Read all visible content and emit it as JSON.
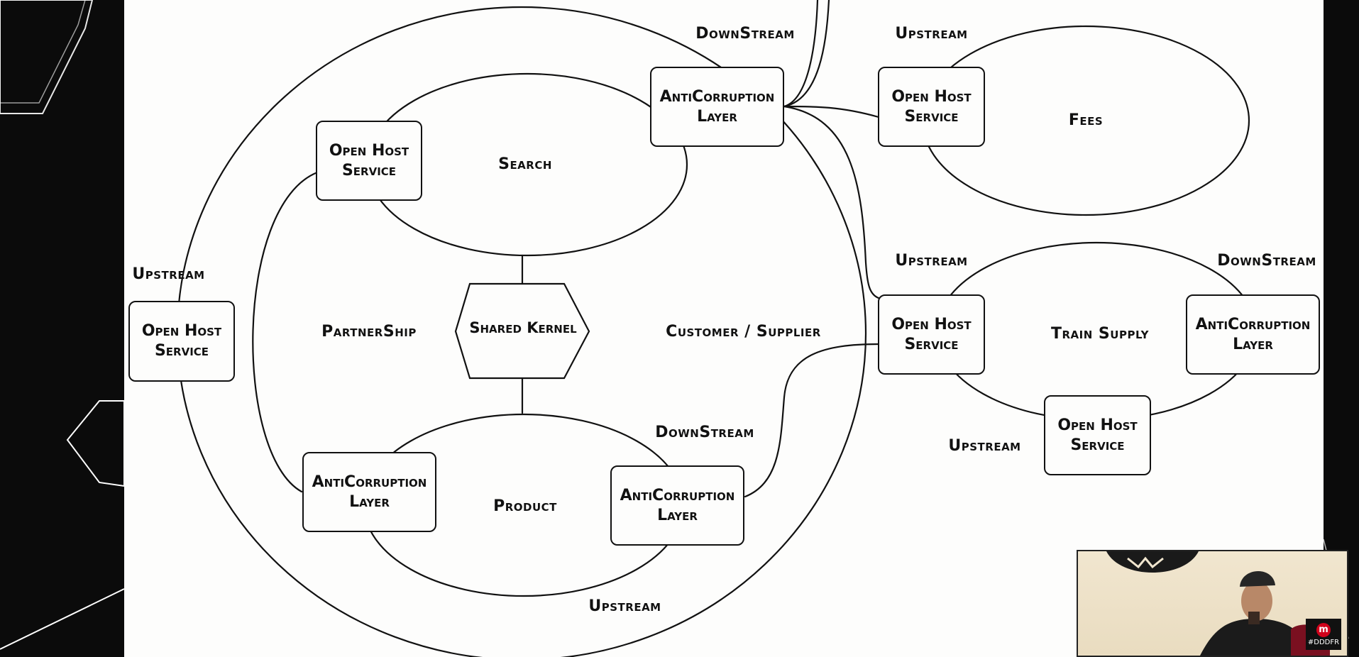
{
  "diagram": {
    "title": "",
    "contexts": {
      "search": "Search",
      "product": "Product",
      "fees": "Fees",
      "train_supply": "Train Supply"
    },
    "patterns": {
      "shared_kernel": "Shared Kernel",
      "partnership": "PartnerShip",
      "customer_supplier": "Customer / Supplier"
    },
    "boxes": {
      "ohs_search": [
        "Open Host",
        "Service"
      ],
      "ohs_left": [
        "Open Host",
        "Service"
      ],
      "acl_top": [
        "AntiCorruption",
        "Layer"
      ],
      "acl_product_left": [
        "AntiCorruption",
        "Layer"
      ],
      "acl_product_right": [
        "AntiCorruption",
        "Layer"
      ],
      "ohs_fees": [
        "Open Host",
        "Service"
      ],
      "ohs_train": [
        "Open Host",
        "Service"
      ],
      "acl_train": [
        "AntiCorruption",
        "Layer"
      ],
      "ohs_train_bottom": [
        "Open Host",
        "Service"
      ]
    },
    "relations": {
      "downstream_top": "DownStream",
      "upstream_fees": "Upstream",
      "upstream_left": "Upstream",
      "upstream_train": "Upstream",
      "downstream_train": "DownStream",
      "downstream_product": "DownStream",
      "upstream_train_bottom": "Upstream",
      "upstream_bottom": "Upstream"
    }
  },
  "webcam": {
    "badge_text": "#DDDFR",
    "logo_letter": "m",
    "logo_color": "#d0021b"
  }
}
